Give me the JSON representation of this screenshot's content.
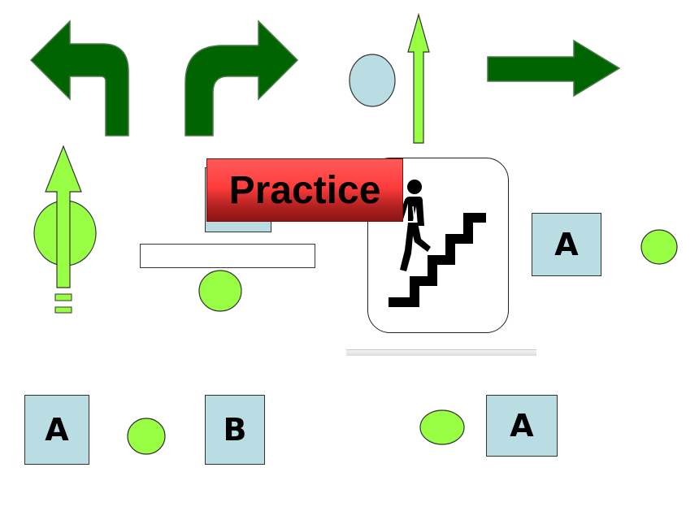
{
  "colors": {
    "arrow_dark": "#006400",
    "arrow_light": "#99ff44",
    "circle_green": "#99ff44",
    "card_blue": "#b9dde2",
    "practice_top": "#ff5a5a",
    "practice_bottom": "#a31a1a"
  },
  "icons": {
    "turn_left": "turn-left-arrow-icon",
    "turn_right": "turn-right-arrow-icon",
    "straight_up": "straight-up-arrow-icon",
    "right": "right-arrow-icon",
    "stairs": "person-climbing-stairs-icon"
  },
  "banner": {
    "text": "Practice"
  },
  "cards": {
    "mid_right": "A",
    "bottom_left": "A",
    "bottom_middle": "B",
    "bottom_right": "A"
  }
}
